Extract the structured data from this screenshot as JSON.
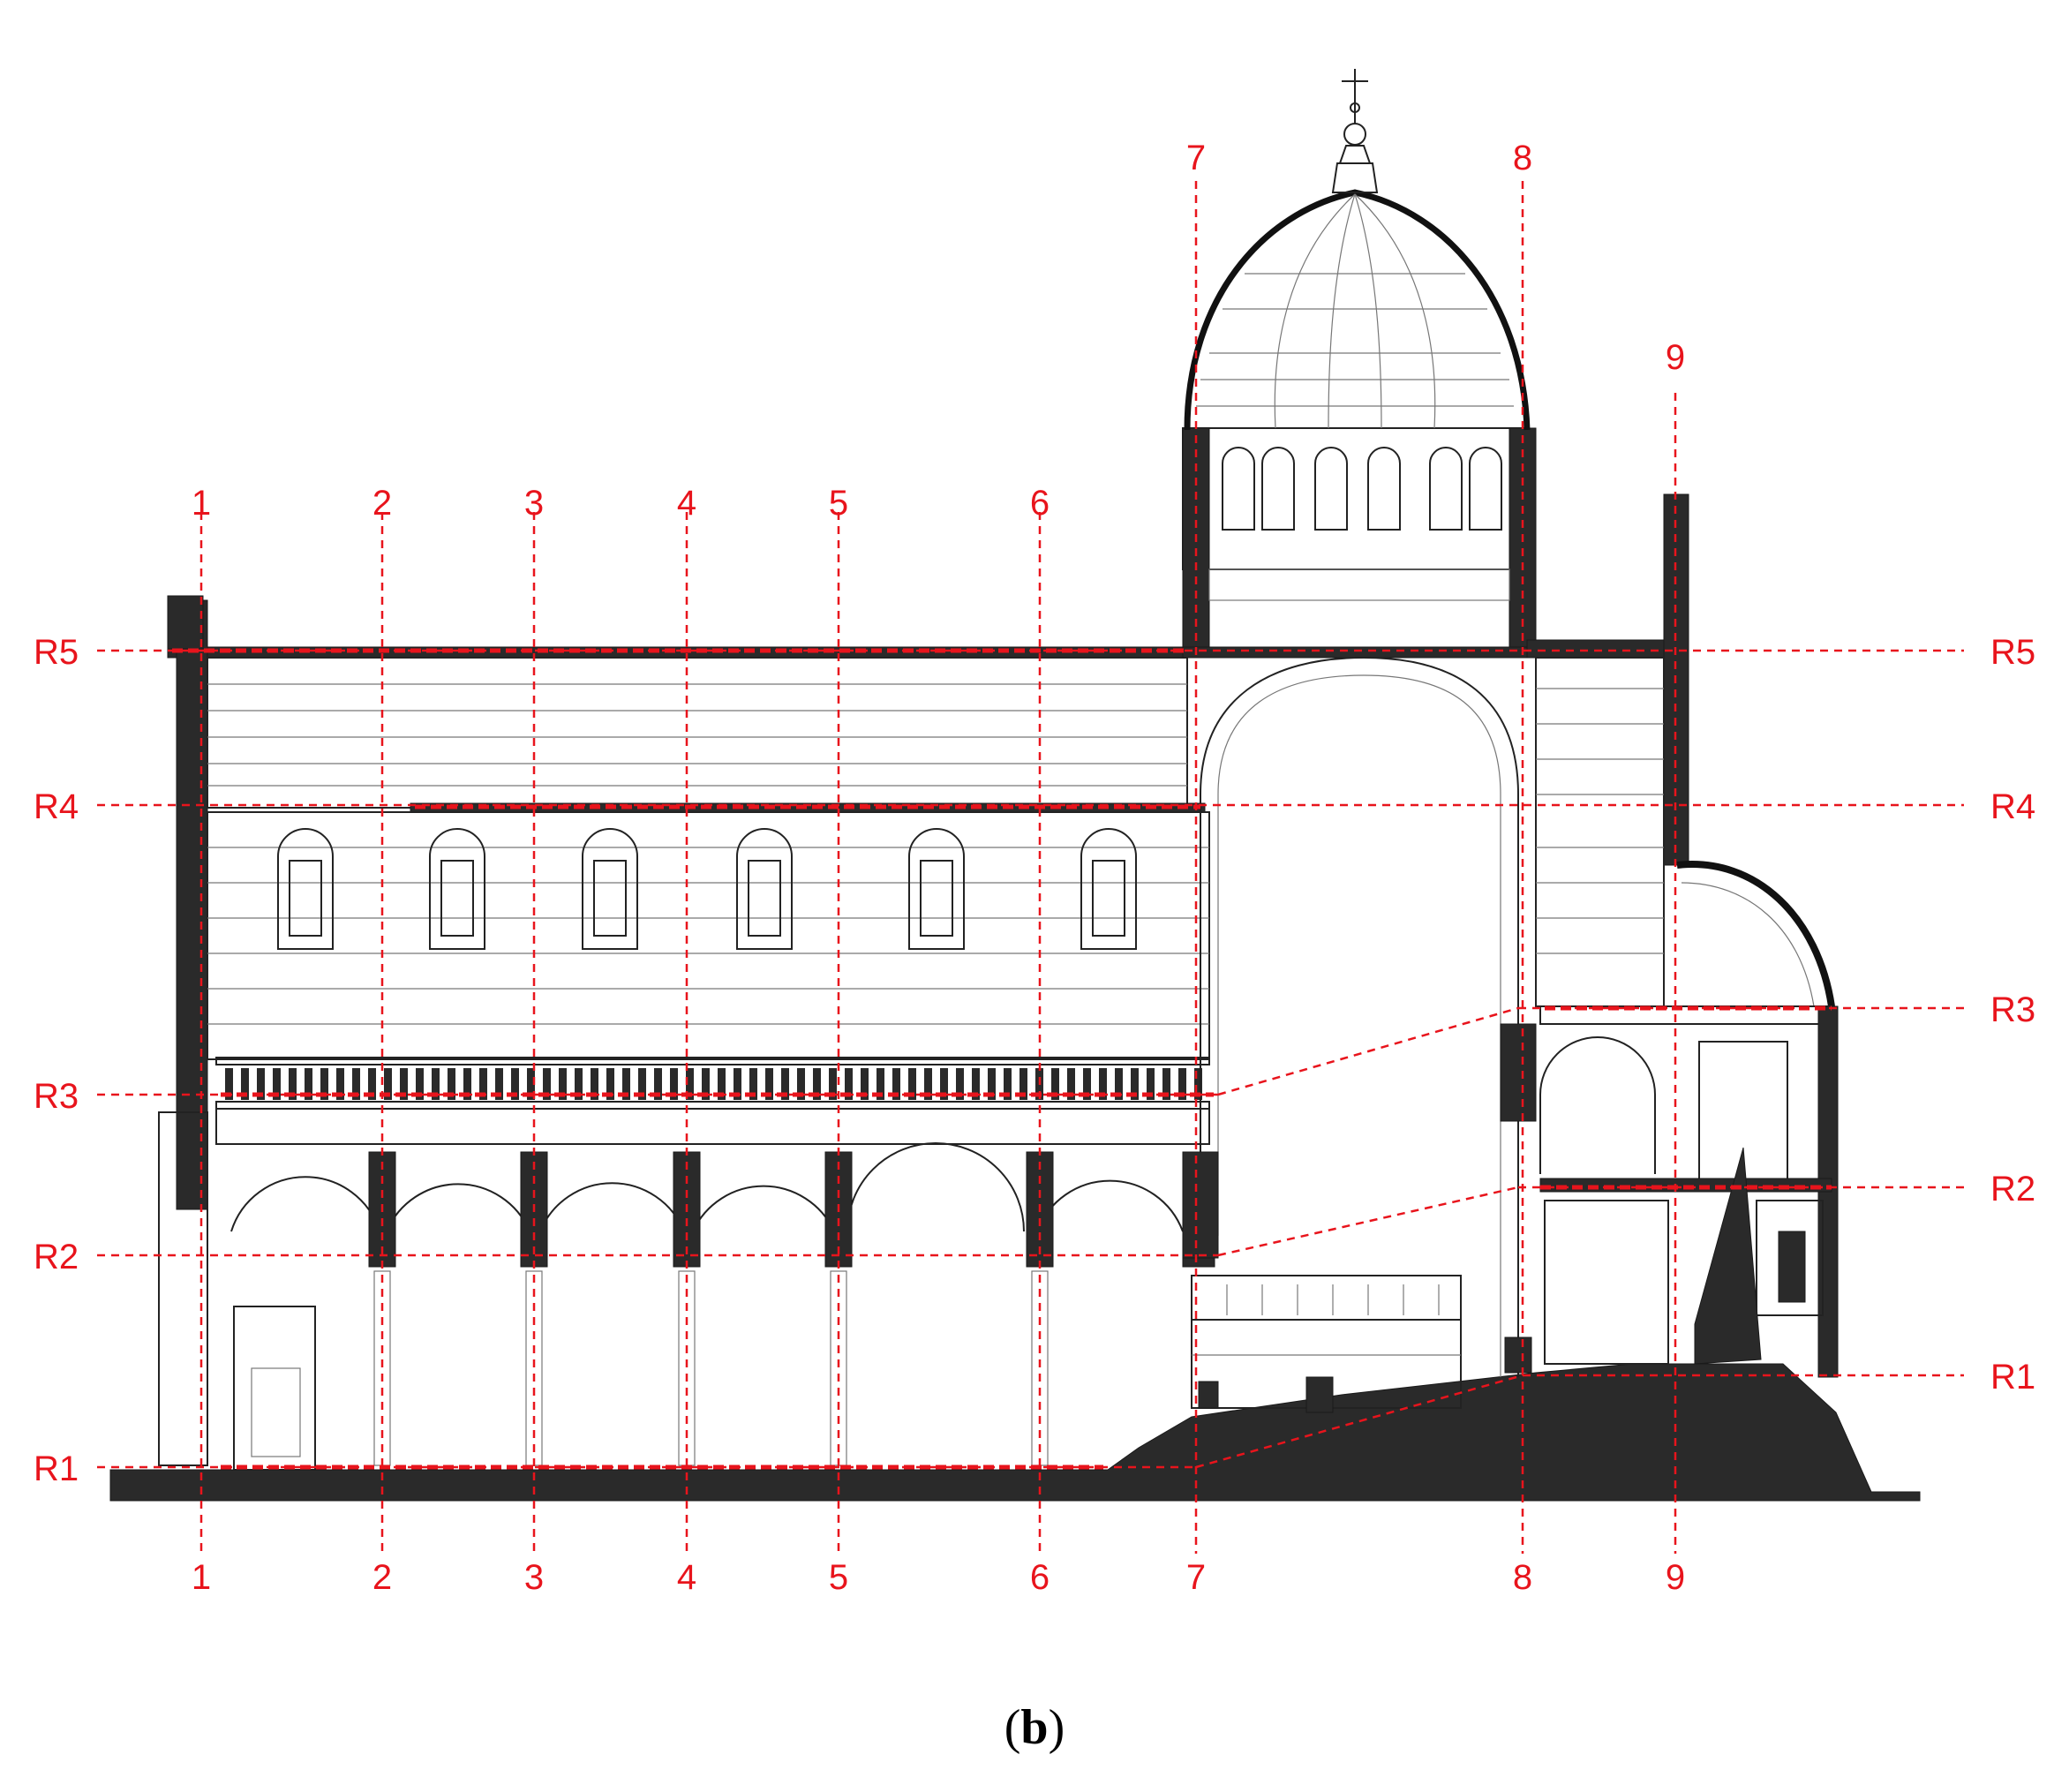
{
  "figure": {
    "caption_open": "(",
    "caption_letter": "b",
    "caption_close": ")"
  },
  "vertical_axes": [
    "1",
    "2",
    "3",
    "4",
    "5",
    "6",
    "7",
    "8",
    "9"
  ],
  "horizontal_levels": [
    "R1",
    "R2",
    "R3",
    "R4",
    "R5"
  ],
  "colors": {
    "grid": "#e8141c",
    "structure": "#2a2a2a",
    "linework": "#222222"
  }
}
